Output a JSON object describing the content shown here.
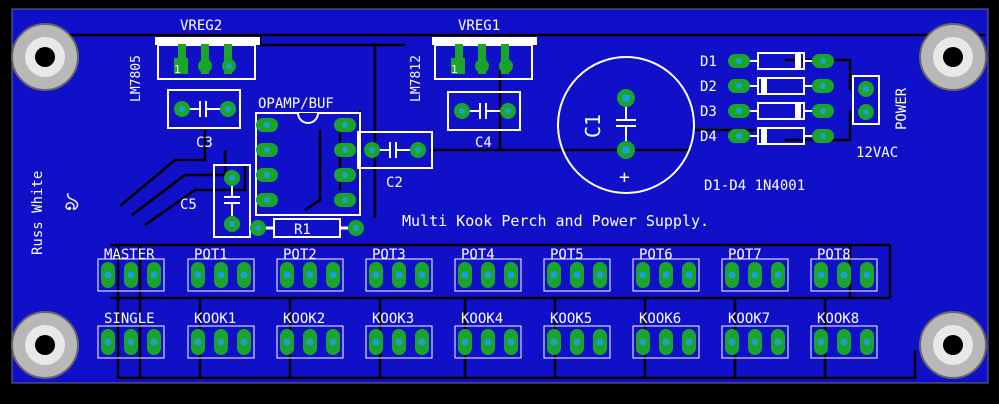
{
  "colors": {
    "background": "#000000",
    "board": "#1010c8",
    "trace": "#000000",
    "silk": "#ffffff",
    "pad": "#1aa52a",
    "pad_hole": "#1f9fd0",
    "outline": "#8a8a8a"
  },
  "board": {
    "title": "Multi Kook Perch and Power Supply.",
    "author": "Russ White",
    "signature_glyph": "ঌ"
  },
  "components": {
    "vreg2": {
      "name": "VREG2",
      "part": "LM7805",
      "pin1": "1"
    },
    "vreg1": {
      "name": "VREG1",
      "part": "LM7812",
      "pin1": "1"
    },
    "opamp": {
      "name": "OPAMP/BUF"
    },
    "r1": {
      "name": "R1"
    },
    "c1": {
      "name": "C1",
      "polarity": "+"
    },
    "c2": {
      "name": "C2"
    },
    "c3": {
      "name": "C3"
    },
    "c4": {
      "name": "C4"
    },
    "c5": {
      "name": "C5"
    },
    "diodes": [
      "D1",
      "D2",
      "D3",
      "D4"
    ],
    "diode_note": "D1-D4 1N4001",
    "power_label": "POWER",
    "power_note": "12VAC"
  },
  "headers": {
    "top_row": [
      "MASTER",
      "POT1",
      "POT2",
      "POT3",
      "POT4",
      "POT5",
      "POT6",
      "POT7",
      "POT8"
    ],
    "bottom_row": [
      "SINGLE",
      "KOOK1",
      "KOOK2",
      "KOOK3",
      "KOOK4",
      "KOOK5",
      "KOOK6",
      "KOOK7",
      "KOOK8"
    ]
  }
}
